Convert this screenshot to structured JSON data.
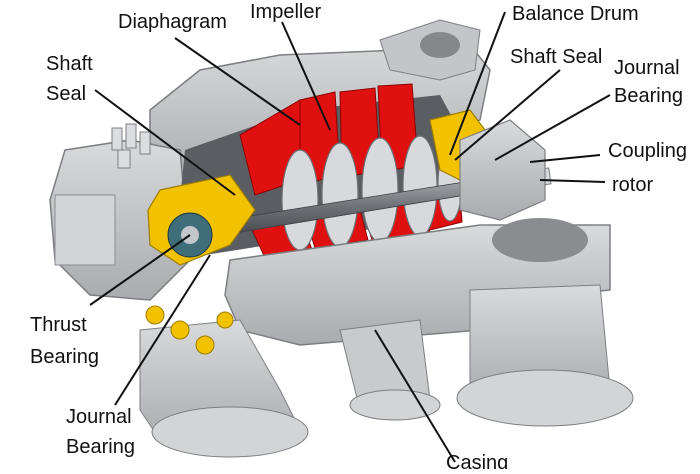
{
  "labels": {
    "diaphragm": [
      "Diaphagram"
    ],
    "impeller": [
      "Impeller"
    ],
    "balance_drum": [
      "Balance Drum"
    ],
    "shaft_seal_left": [
      "Shaft",
      "Seal"
    ],
    "shaft_seal_right": [
      "Shaft Seal"
    ],
    "journal_bearing_right": [
      "Journal",
      "Bearing"
    ],
    "coupling": [
      "Coupling"
    ],
    "rotor": [
      "rotor"
    ],
    "thrust_bearing": [
      "Thrust",
      "Bearing"
    ],
    "journal_bearing_left": [
      "Journal",
      "Bearing"
    ],
    "casing": [
      "Casing"
    ]
  },
  "colors": {
    "casing": "#c8c9cb",
    "casing_dark": "#8f9094",
    "impeller": "#e01010",
    "bearing": "#f2c200",
    "shaft": "#6f7378",
    "coupling": "#3a4fc8"
  }
}
